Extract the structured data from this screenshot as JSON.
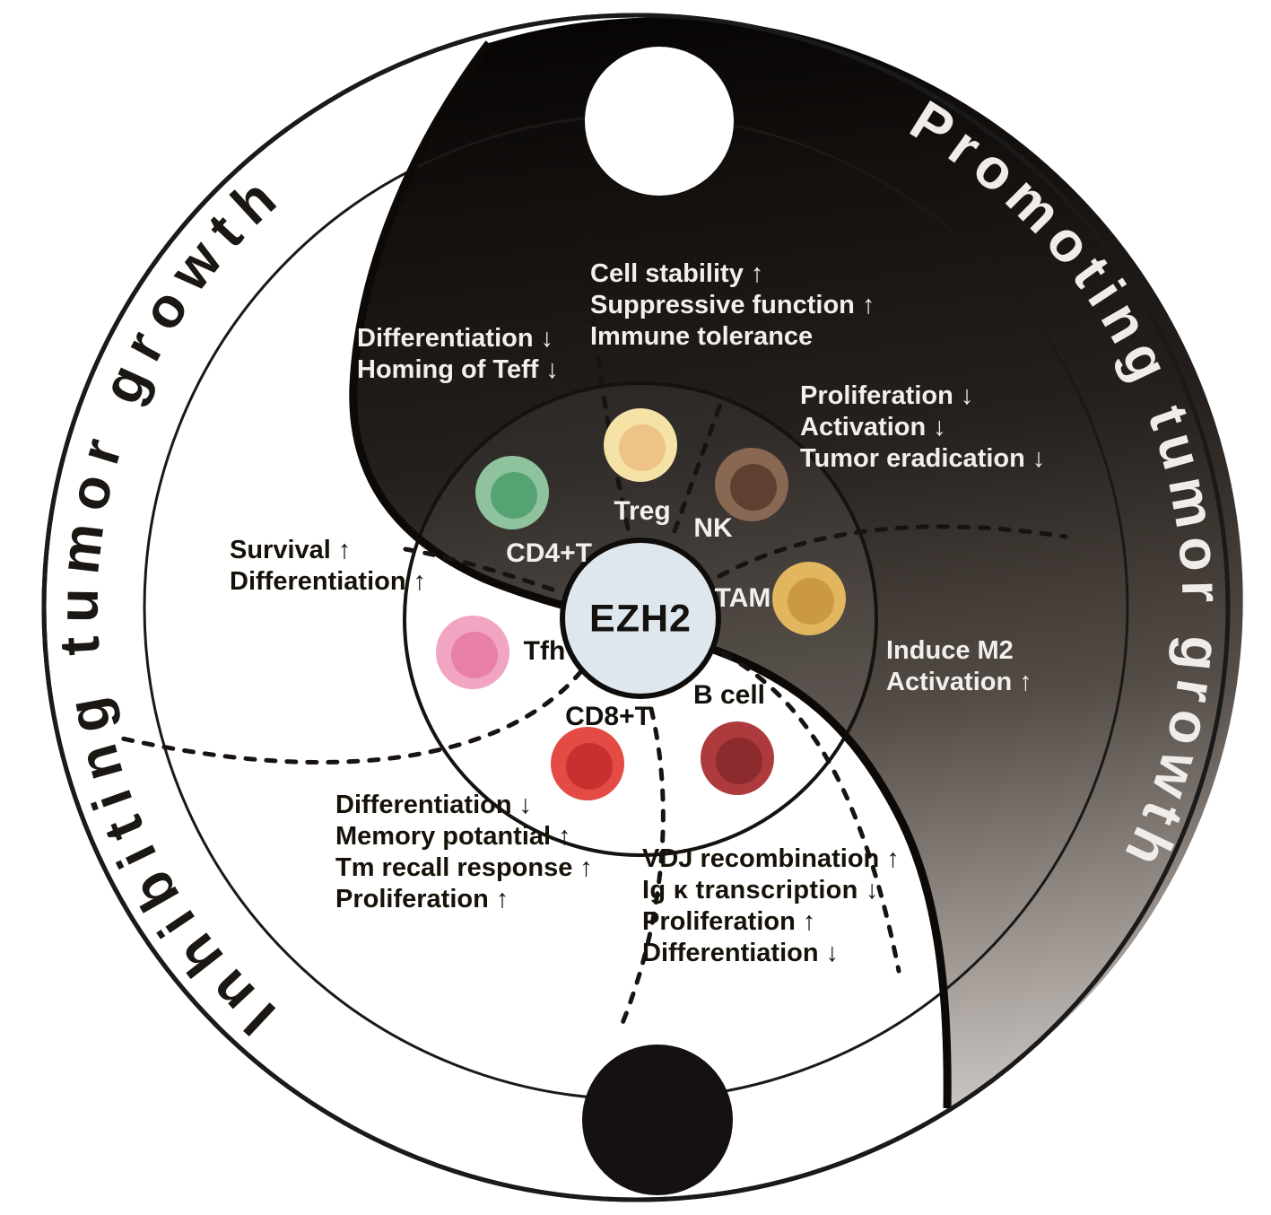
{
  "figure": {
    "center_label": "EZH2",
    "arc_labels": {
      "promoting": "Promoting tumor growth",
      "inhibiting": "Inhibiting tumor growth"
    },
    "cells": [
      {
        "id": "cd4t",
        "label": "CD4+T",
        "outer_color": "#8fc39d",
        "inner_color": "#55a372"
      },
      {
        "id": "treg",
        "label": "Treg",
        "outer_color": "#f4e2a6",
        "inner_color": "#efc387"
      },
      {
        "id": "nk",
        "label": "NK",
        "outer_color": "#886853",
        "inner_color": "#5e4030"
      },
      {
        "id": "tam",
        "label": "TAM",
        "outer_color": "#e2b55f",
        "inner_color": "#ca9942"
      },
      {
        "id": "tfh",
        "label": "Tfh",
        "outer_color": "#f1a5c2",
        "inner_color": "#e87fa8"
      },
      {
        "id": "cd8t",
        "label": "CD8+T",
        "outer_color": "#e34b44",
        "inner_color": "#c92f2f"
      },
      {
        "id": "bcell",
        "label": "B cell",
        "outer_color": "#ad3a3d",
        "inner_color": "#8c2b2e"
      }
    ],
    "annotations": {
      "cd4t": [
        "Differentiation ↓",
        "Homing of Teff ↓"
      ],
      "treg": [
        "Cell stability ↑",
        "Suppressive function ↑",
        "Immune tolerance"
      ],
      "nk": [
        "Proliferation ↓",
        "Activation ↓",
        "Tumor eradication ↓"
      ],
      "tam": [
        "Induce M2",
        "Activation ↑"
      ],
      "tfh": [
        "Survival ↑",
        "Differentiation ↑"
      ],
      "cd8t": [
        "Differentiation ↓",
        "Memory potantial ↑",
        "Tm recall response ↑",
        "Proliferation ↑"
      ],
      "bcell": [
        "VDJ recombination ↑",
        "Ig κ transcription ↓",
        "Proliferation ↑",
        "Differentiation ↓"
      ]
    },
    "colors": {
      "ezh2_fill": "#dee6ee",
      "blob_black": "#060403",
      "blob_gray": "#d9d4d1",
      "promoting_text": "#efecea",
      "inhibiting_text": "#1b1713"
    }
  }
}
